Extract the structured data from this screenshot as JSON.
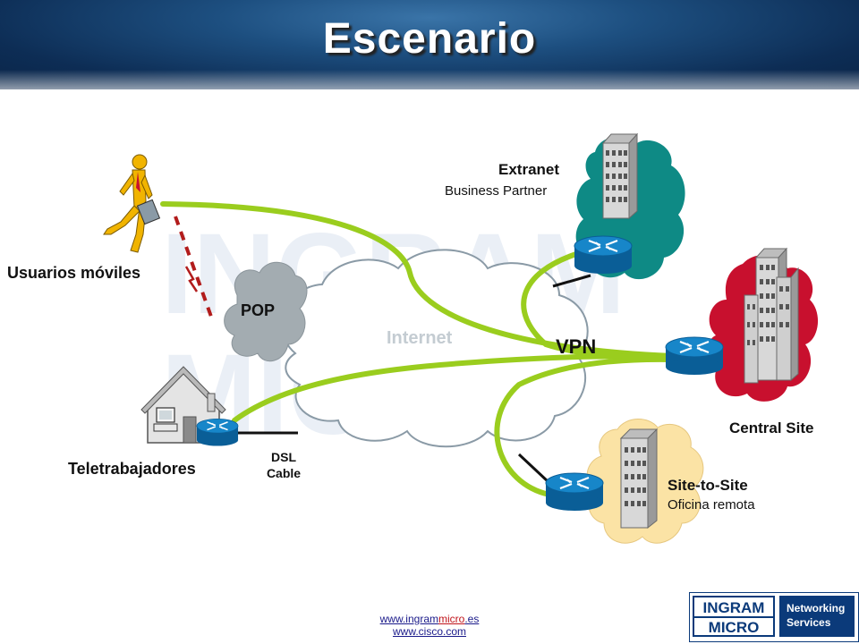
{
  "title": "Escenario",
  "nodes": {
    "mobile_users": "Usuarios móviles",
    "pop": "POP",
    "internet": "Internet",
    "vpn": "VPN",
    "teleworkers": "Teletrabajadores",
    "dsl": "DSL",
    "cable": "Cable",
    "extranet": "Extranet",
    "extranet_sub": "Business Partner",
    "central_site": "Central Site",
    "site_to_site": "Site-to-Site",
    "site_to_site_sub": "Oficina remota"
  },
  "footer": {
    "url1_a": "www.ingram",
    "url1_b": "micro",
    "url1_c": ".es",
    "url2": "www.cisco.com"
  },
  "logo": {
    "word1": "INGRAM",
    "word2": "MICRO",
    "service1": "Networking",
    "service2": "Services"
  },
  "colors": {
    "tunnel": "#9acd1e",
    "extranet_cloud": "#0e8a85",
    "central_cloud": "#c8102e",
    "remote_cloud": "#fbe3a5",
    "pop_cloud": "#a3acb1",
    "router": "#0a6fb0"
  }
}
